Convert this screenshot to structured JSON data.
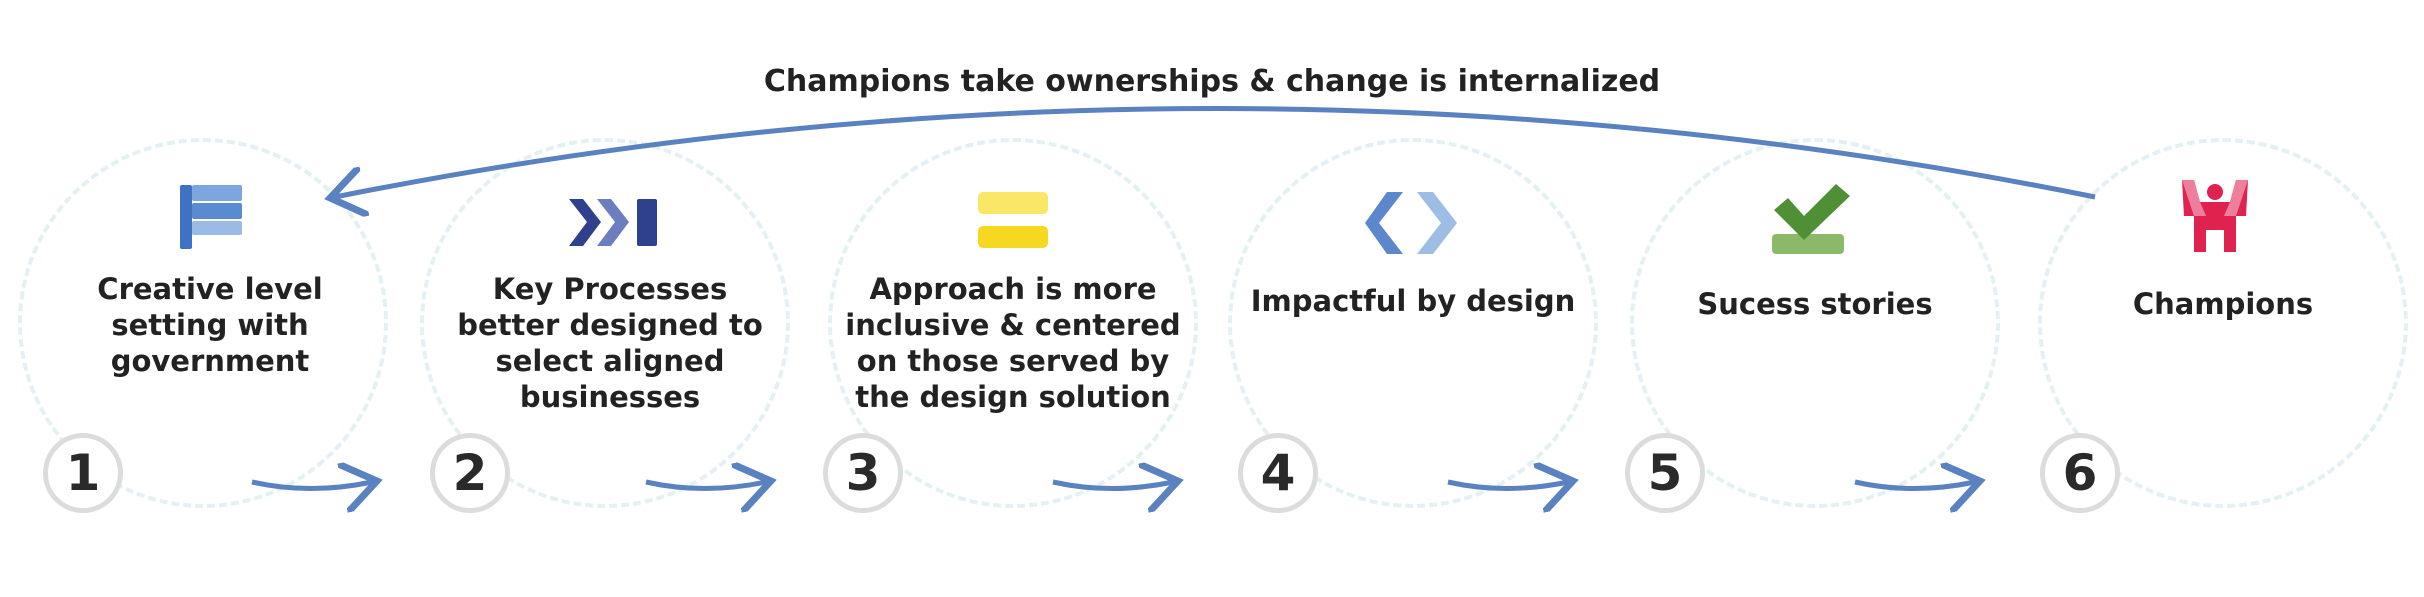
{
  "caption": "Champions take ownerships & change is internalized",
  "steps": [
    {
      "number": "1",
      "label": "Creative level setting with government",
      "icon": "flag-icon"
    },
    {
      "number": "2",
      "label": "Key Processes better designed to select aligned businesses",
      "icon": "fast-forward-icon"
    },
    {
      "number": "3",
      "label": "Approach is more inclusive & centered on those served by the design solution",
      "icon": "equals-icon"
    },
    {
      "number": "4",
      "label": "Impactful by design",
      "icon": "code-brackets-icon"
    },
    {
      "number": "5",
      "label": "Sucess stories",
      "icon": "checkmark-icon"
    },
    {
      "number": "6",
      "label": "Champions",
      "icon": "person-icon"
    }
  ],
  "colors": {
    "arrow": "#5a82c0",
    "circle_dash": "#e3f0f4",
    "badge_border": "#dcdcdc",
    "flag": "#4a7cc7",
    "fast_forward": "#3b4f9a",
    "equals": "#f6d820",
    "brackets": "#6f9ad4",
    "check": "#5e9a3e",
    "person": "#e0234e"
  }
}
